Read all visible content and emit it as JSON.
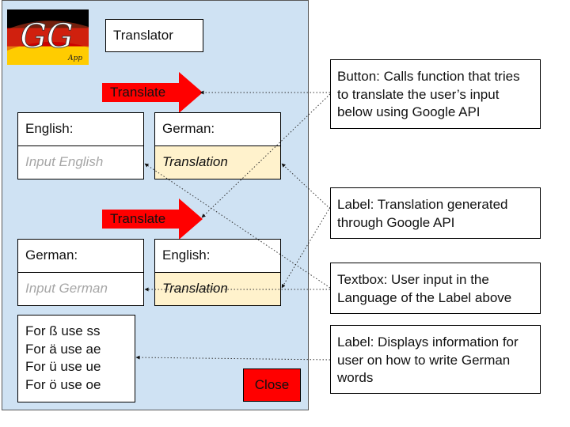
{
  "app": {
    "title": "Translator",
    "logo": {
      "monogram": "GG",
      "tagline": "App"
    },
    "accent_color": "#cfe2f3",
    "button_color": "#ff0000",
    "translate_label": "Translate",
    "section1": {
      "source_label": "English:",
      "target_label": "German:",
      "input_placeholder": "Input English",
      "output_text": "Translation"
    },
    "section2": {
      "source_label": "German:",
      "target_label": "English:",
      "input_placeholder": "Input German",
      "output_text": "Translation"
    },
    "help_lines": [
      "For ß use ss",
      "For ä use ae",
      "For ü use ue",
      "For ö use oe"
    ],
    "close_label": "Close"
  },
  "annotations": [
    {
      "id": "button",
      "text": "Button: Calls function that tries to translate the user’s input below using Google API"
    },
    {
      "id": "translation-label",
      "text": "Label: Translation generated through Google API"
    },
    {
      "id": "textbox",
      "text": "Textbox: User input in the Language of the Label above"
    },
    {
      "id": "info-label",
      "text": "Label: Displays information for user on how to write German words"
    }
  ]
}
